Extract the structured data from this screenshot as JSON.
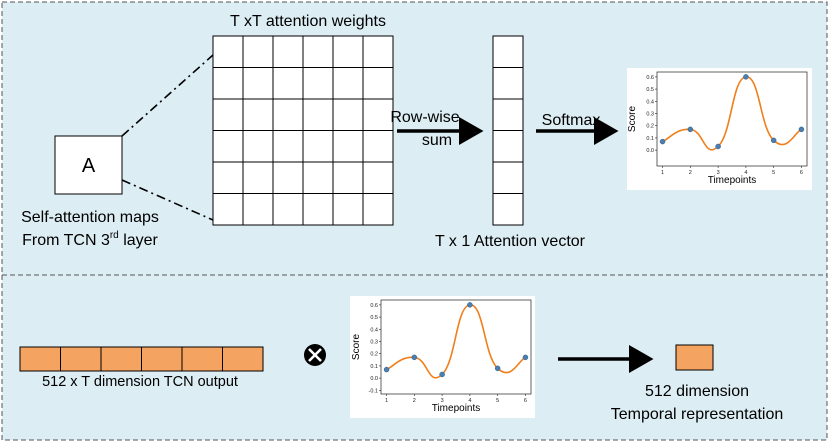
{
  "colors": {
    "panel_bg": "#dcedf3",
    "panel_border": "#555555",
    "curve": "#f07f1b",
    "point": "#4c7fae",
    "tcn_cell": "#f4a460",
    "black": "#000000"
  },
  "labels": {
    "attention_weights_title": "T xT attention weights",
    "self_attention_box": "A",
    "self_attention_caption_line1": "Self-attention maps",
    "self_attention_caption_line2_prefix": "From TCN 3",
    "self_attention_caption_line2_sup": "rd",
    "self_attention_caption_line2_suffix": " layer",
    "rowwise_line1": "Row-wise",
    "rowwise_line2": "sum",
    "softmax": "Softmax",
    "attention_vector": "T x 1 Attention vector",
    "tcn_output": "512 x T dimension TCN output",
    "result_line1": "512 dimension",
    "result_line2": "Temporal representation"
  },
  "grid": {
    "rows": 6,
    "cols": 6,
    "vector_rows": 6,
    "tcn_cells": 6
  },
  "icons": {
    "multiply": "circled-multiply-icon",
    "arrow": "right-arrow-icon"
  },
  "chart_data": [
    {
      "type": "scatter",
      "xlabel": "Timepoints",
      "ylabel": "Score",
      "x": [
        1,
        2,
        3,
        4,
        5,
        6
      ],
      "y": [
        0.07,
        0.17,
        0.03,
        0.6,
        0.08,
        0.17
      ],
      "xticks": [
        "1",
        "2",
        "3",
        "4",
        "5",
        "6"
      ],
      "yticks": [
        "0.0",
        "0.1",
        "0.2",
        "0.3",
        "0.4",
        "0.5",
        "0.6"
      ],
      "xlim": [
        0.8,
        6.2
      ],
      "ylim": [
        -0.13,
        0.64
      ],
      "smooth_curve": true,
      "grid": false
    },
    {
      "type": "scatter",
      "xlabel": "Timepoints",
      "ylabel": "Score",
      "x": [
        1,
        2,
        3,
        4,
        5,
        6
      ],
      "y": [
        0.07,
        0.17,
        0.03,
        0.6,
        0.08,
        0.17
      ],
      "xticks": [
        "1",
        "2",
        "3",
        "4",
        "5",
        "6"
      ],
      "yticks": [
        "-0.1",
        "0.0",
        "0.1",
        "0.2",
        "0.3",
        "0.4",
        "0.5",
        "0.6"
      ],
      "xlim": [
        0.8,
        6.2
      ],
      "ylim": [
        -0.13,
        0.64
      ],
      "smooth_curve": true,
      "grid": false
    }
  ]
}
